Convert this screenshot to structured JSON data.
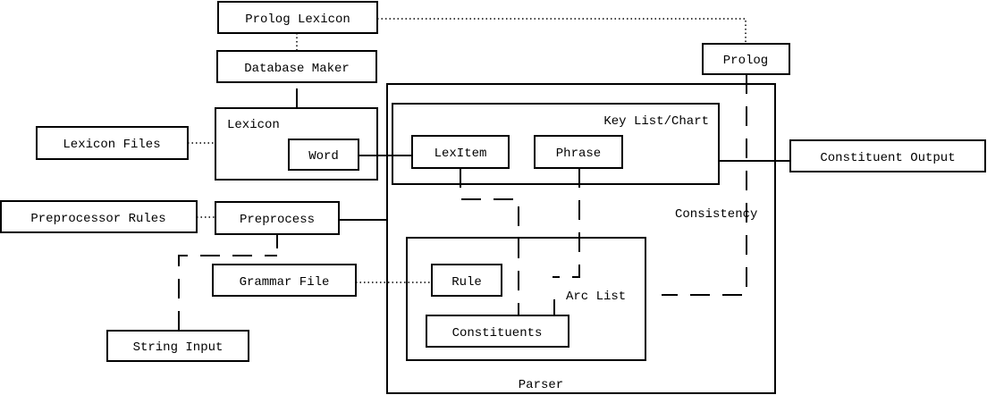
{
  "nodes": {
    "prolog_lexicon": "Prolog Lexicon",
    "database_maker": "Database Maker",
    "prolog": "Prolog",
    "lexicon": "Lexicon",
    "word": "Word",
    "lexicon_files": "Lexicon Files",
    "key_list_chart": "Key List/Chart",
    "lexitem": "LexItem",
    "phrase": "Phrase",
    "constituent_output": "Constituent Output",
    "preprocessor_rules": "Preprocessor Rules",
    "preprocess": "Preprocess",
    "consistency": "Consistency",
    "grammar_file": "Grammar File",
    "rule": "Rule",
    "arc_list": "Arc List",
    "constituents": "Constituents",
    "string_input": "String Input",
    "parser": "Parser"
  }
}
